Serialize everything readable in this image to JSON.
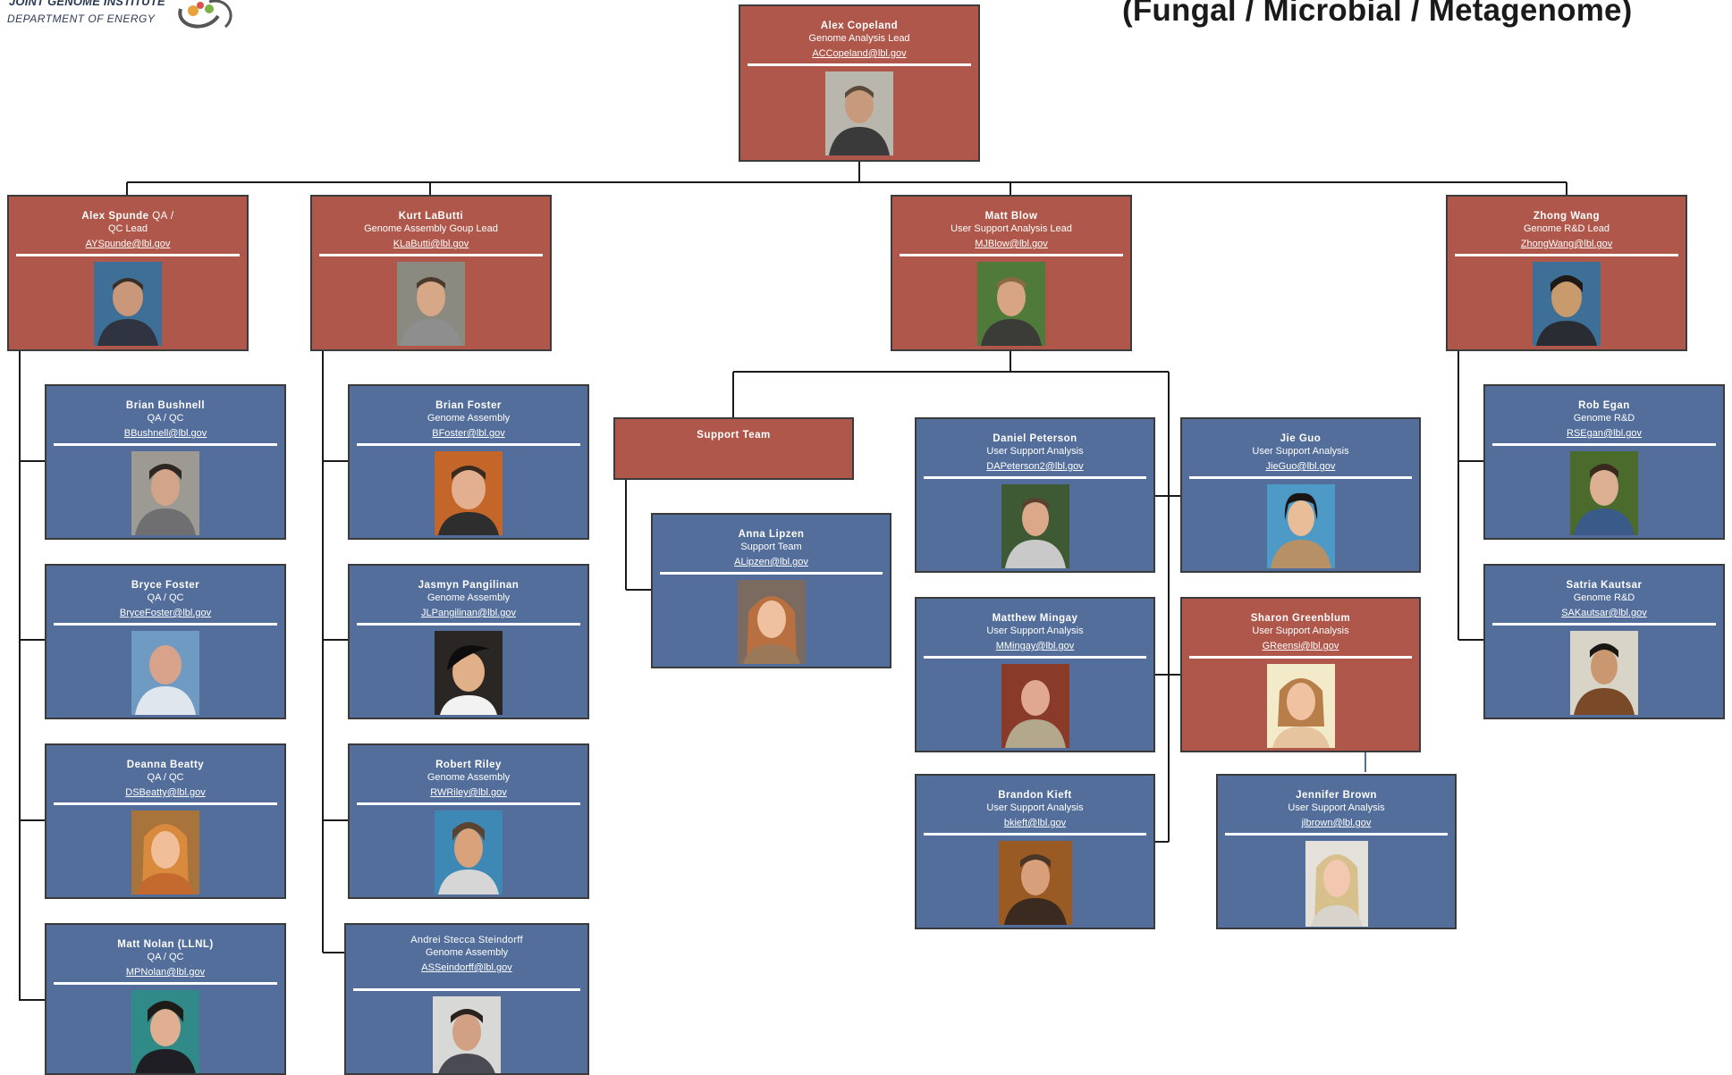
{
  "header": {
    "logo_line1": "JOINT GENOME INSTITUTE",
    "logo_line2": "DEPARTMENT OF ENERGY",
    "title": "(Fungal / Microbial / Metagenome)"
  },
  "colors": {
    "lead_card": "#af574a",
    "member_card": "#536e9b",
    "connector": "#1a1a1a"
  },
  "people": {
    "copeland": {
      "name": "Alex Copeland",
      "role": "Genome Analysis Lead",
      "email": "ACCopeland@lbl.gov"
    },
    "spunde": {
      "name": "Alex Spunde",
      "name_suffix": "QA /",
      "role": "QC Lead",
      "email": "AYSpunde@lbl.gov"
    },
    "labutti": {
      "name": "Kurt LaButti",
      "role": "Genome Assembly Goup Lead",
      "email": "KLaButti@lbl.gov"
    },
    "blow": {
      "name": "Matt Blow",
      "role": "User Support Analysis Lead",
      "email": "MJBlow@lbl.gov"
    },
    "wang": {
      "name": "Zhong Wang",
      "role": "Genome R&D Lead",
      "email": "ZhongWang@lbl.gov"
    },
    "bushnell": {
      "name": "Brian Bushnell",
      "role": "QA / QC",
      "email": "BBushnell@lbl.gov"
    },
    "bfoster_qa": {
      "name": "Bryce Foster",
      "role": "QA / QC",
      "email": "BryceFoster@lbl.gov"
    },
    "beatty": {
      "name": "Deanna Beatty",
      "role": "QA / QC",
      "email": "DSBeatty@lbl.gov"
    },
    "nolan": {
      "name": "Matt Nolan (LLNL)",
      "role": "QA / QC",
      "email": "MPNolan@lbl.gov"
    },
    "brfoster": {
      "name": "Brian Foster",
      "role": "Genome Assembly",
      "email": "BFoster@lbl.gov"
    },
    "pangilinan": {
      "name": "Jasmyn Pangilinan",
      "role": "Genome Assembly",
      "email": "JLPangilinan@lbl.gov"
    },
    "riley": {
      "name": "Robert Riley",
      "role": "Genome Assembly",
      "email": "RWRiley@lbl.gov"
    },
    "steindorff": {
      "name": "Andrei Stecca Steindorff",
      "role": "Genome Assembly",
      "email": "ASSeindorff@lbl.gov"
    },
    "support_team": {
      "name": "Support Team"
    },
    "lipzen": {
      "name": "Anna Lipzen",
      "role": "Support Team",
      "email": "ALipzen@lbl.gov"
    },
    "peterson": {
      "name": "Daniel Peterson",
      "role": "User Support Analysis",
      "email": "DAPeterson2@lbl.gov"
    },
    "mingay": {
      "name": "Matthew Mingay",
      "role": "User Support Analysis",
      "email": "MMingay@lbl.gov"
    },
    "kieft": {
      "name": "Brandon Kieft",
      "role": "User Support Analysis",
      "email": "bkieft@lbl.gov"
    },
    "guo": {
      "name": "Jie Guo",
      "role": "User Support Analysis",
      "email": "JieGuo@lbl.gov"
    },
    "greenblum": {
      "name": "Sharon Greenblum",
      "role": "User Support Analysis",
      "email": "GReensi@lbl.gov"
    },
    "brown": {
      "name": "Jennifer Brown",
      "role": "User Support Analysis",
      "email": "jlbrown@lbl.gov"
    },
    "egan": {
      "name": "Rob Egan",
      "role": "Genome R&D",
      "email": "RSEgan@lbl.gov"
    },
    "kautsar": {
      "name": "Satria Kautsar",
      "role": "Genome R&D",
      "email": "SAKautsar@lbl.gov"
    }
  }
}
